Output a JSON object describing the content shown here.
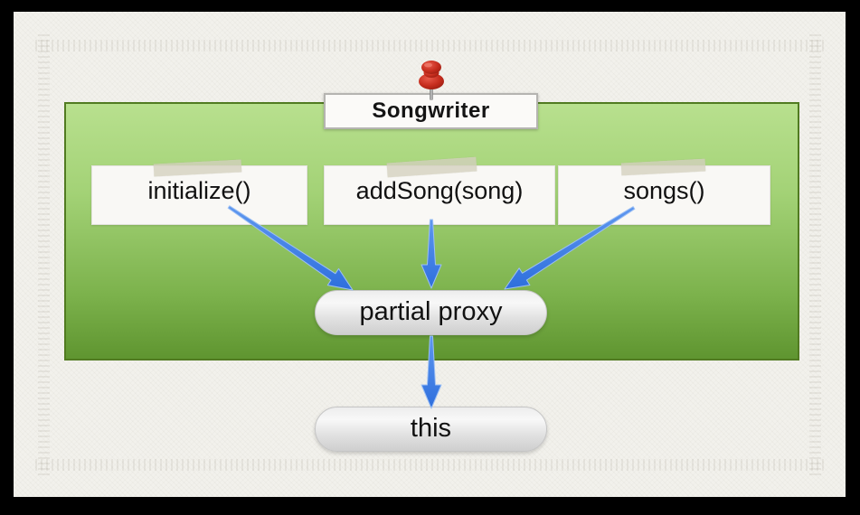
{
  "slide": {
    "title": {
      "label": "Songwriter"
    },
    "methods": [
      {
        "label": "initialize()"
      },
      {
        "label": "addSong(song)"
      },
      {
        "label": "songs()"
      }
    ],
    "proxy": {
      "label": "partial proxy"
    },
    "result": {
      "label": "this"
    },
    "colors": {
      "panel_gradient_top": "#b8e08e",
      "panel_gradient_bottom": "#5f9530",
      "panel_border": "#517b21",
      "arrow_blue": "#3c7de7",
      "pushpin_red": "#c2271a",
      "card_background": "#f9f8f5",
      "tape_beige": "#d4d0be",
      "pill_gradient_top": "#ededed",
      "pill_gradient_bottom": "#cfcfcf",
      "mat_background": "#f2f1ec",
      "frame_black": "#000000"
    }
  }
}
